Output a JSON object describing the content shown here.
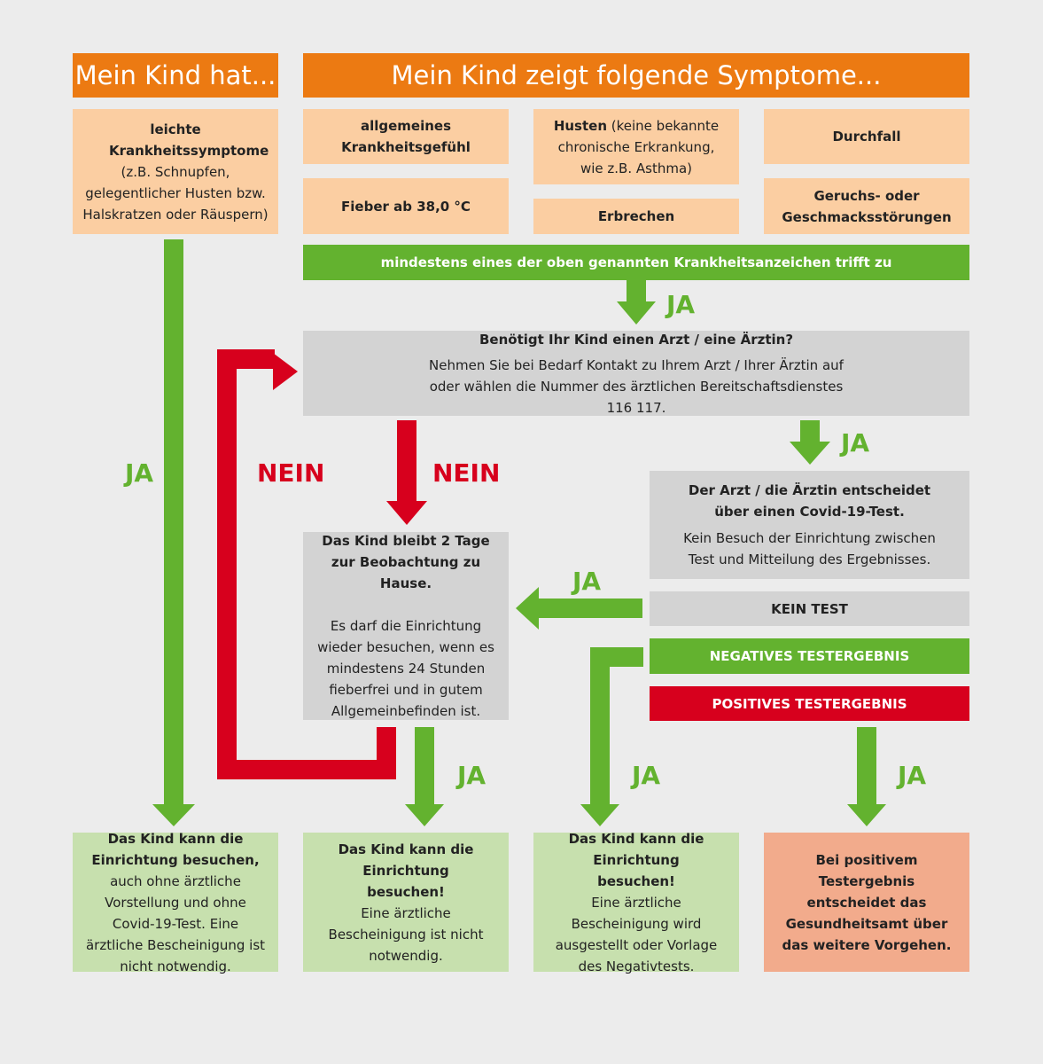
{
  "headers": {
    "left": "Mein Kind hat...",
    "right": "Mein Kind zeigt folgende Symptome..."
  },
  "mild": {
    "title": "leichte Krankheitssymptome",
    "detail": "(z.B. Schnupfen, gelegentlicher Husten bzw. Halskratzen oder Räuspern)"
  },
  "symptoms": {
    "general": "allgemeines Krankheitsgefühl",
    "cough_title": "Husten",
    "cough_detail": " (keine bekannte chronische Erkrankung, wie z.B. Asthma)",
    "diarrhea": "Durchfall",
    "fever": "Fieber ab 38,0 °C",
    "vomit": "Erbrechen",
    "smell": "Geruchs- oder Geschmacksstörungen"
  },
  "condition_bar": "mindestens eines der oben genannten Krankheitsanzeichen trifft zu",
  "doctor_question": {
    "title": "Benötigt Ihr Kind einen Arzt / eine Ärztin?",
    "detail": "Nehmen Sie bei Bedarf Kontakt zu Ihrem Arzt / Ihrer Ärztin auf oder wählen die Nummer des ärztlichen Bereitschaftsdienstes 116 117."
  },
  "doctor_decides": {
    "title": "Der Arzt / die Ärztin entscheidet über einen Covid-19-Test.",
    "detail": "Kein Besuch der Einrichtung zwischen Test und Mitteilung des Ergebnisses."
  },
  "stay_home": {
    "title": "Das Kind bleibt 2 Tage zur Beobachtung zu Hause.",
    "detail": "Es darf die Einrichtung wieder besuchen, wenn es mindestens 24 Stunden fieberfrei und in gutem Allgemeinbefinden ist."
  },
  "results": {
    "no_test": "KEIN TEST",
    "negative": "NEGATIVES TESTERGEBNIS",
    "positive": "POSITIVES TESTERGEBNIS"
  },
  "outcomes": {
    "o1_title": "Das Kind kann die Einrichtung besuchen,",
    "o1_detail": " auch ohne ärztliche Vorstellung und ohne Covid-19-Test. Eine ärztliche Bescheinigung ist nicht notwendig.",
    "o2_title": "Das Kind kann die Einrichtung besuchen!",
    "o2_detail": "Eine ärztliche Bescheinigung ist nicht notwendig.",
    "o3_title": "Das Kind kann die Einrichtung besuchen!",
    "o3_detail": "Eine ärztliche Bescheinigung wird ausgestellt oder Vorlage des Negativtests.",
    "o4": "Bei positivem Testergebnis entscheidet das Gesundheitsamt über das weitere Vorgehen."
  },
  "labels": {
    "yes": "JA",
    "no": "NEIN"
  },
  "colors": {
    "orange": "#ec7a12",
    "green": "#63b22f",
    "red": "#d7001d",
    "peach": "#fbcea2",
    "gray": "#d3d3d3",
    "light_green": "#c7e0ae",
    "salmon": "#f2ab8c"
  }
}
